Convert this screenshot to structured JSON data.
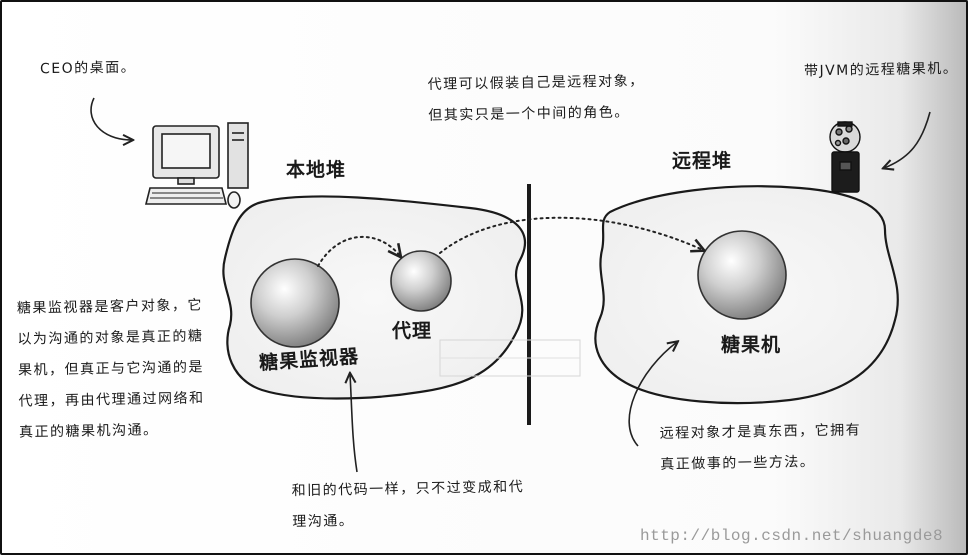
{
  "annotations": {
    "ceo_desktop": "CEO的桌面。",
    "remote_jvm": "带JVM的远程糖果机。",
    "proxy_note": "代理可以假装自己是远程对象，但其实只是一个中间的角色。",
    "monitor_note": "糖果监视器是客户对象，它以为沟通的对象是真正的糖果机，但真正与它沟通的是代理，再由代理通过网络和真正的糖果机沟通。",
    "old_code_note": "和旧的代码一样，只不过变成和代理沟通。",
    "remote_object_note": "远程对象才是真东西，它拥有真正做事的一些方法。"
  },
  "regions": {
    "local_heap": "本地堆",
    "remote_heap": "远程堆"
  },
  "nodes": {
    "monitor": "糖果监视器",
    "proxy": "代理",
    "gumball_machine": "糖果机"
  },
  "watermark": "http://blog.csdn.net/shuangde8"
}
